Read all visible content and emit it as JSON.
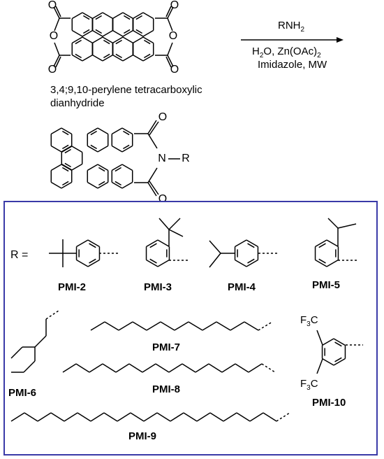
{
  "reaction": {
    "reagent_main": "RNH",
    "reagent_main_sub": "2",
    "reagent_line2_a": "H",
    "reagent_line2_a_sub": "2",
    "reagent_line2_b": "O, Zn(OAc)",
    "reagent_line2_b_sub": "2",
    "reagent_line3": "Imidazole, MW"
  },
  "starting_material": {
    "name_line1": "3,4;9,10-perylene tetracarboxylic",
    "name_line2": "dianhydride"
  },
  "atoms": {
    "oxygen": "O",
    "nitrogen": "N",
    "r_group": "R",
    "r_equals": "R =",
    "f3c": "F",
    "f3c_sub": "3",
    "f3c_c": "C"
  },
  "substituents": [
    {
      "label": "PMI-2"
    },
    {
      "label": "PMI-3"
    },
    {
      "label": "PMI-4"
    },
    {
      "label": "PMI-5"
    },
    {
      "label": "PMI-6"
    },
    {
      "label": "PMI-7"
    },
    {
      "label": "PMI-8"
    },
    {
      "label": "PMI-9"
    },
    {
      "label": "PMI-10"
    }
  ],
  "colors": {
    "box_border": "#3a3aa8",
    "ink": "#000000"
  }
}
